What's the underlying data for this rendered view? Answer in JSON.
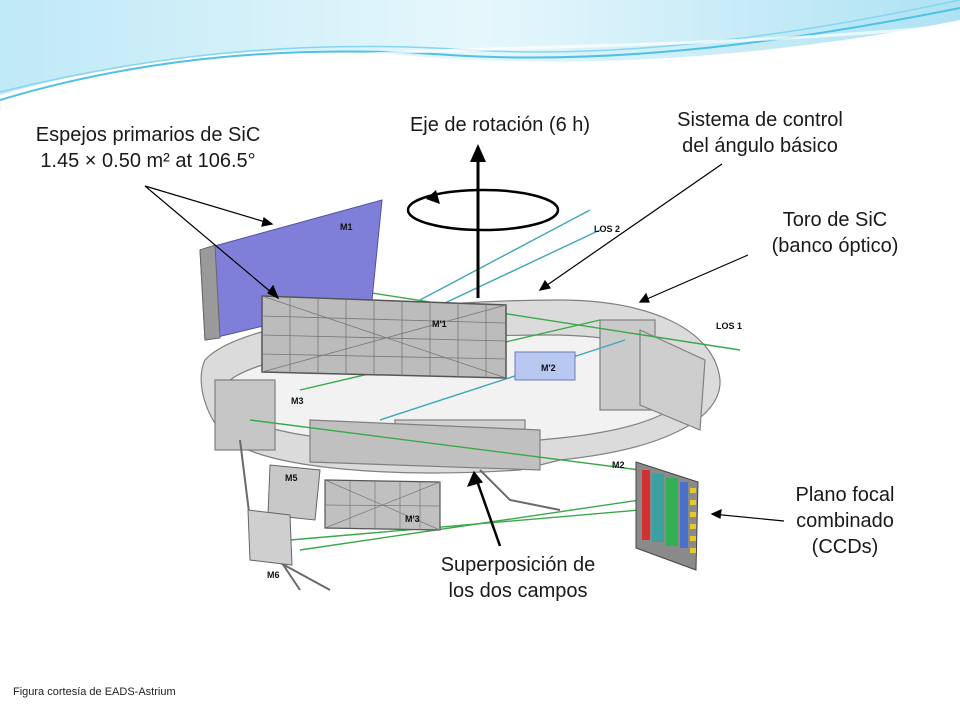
{
  "labels": {
    "primary_mirrors": {
      "line1": "Espejos primarios de SiC",
      "line2": "1.45 × 0.50 m² at 106.5°"
    },
    "rotation_axis": "Eje de rotación (6 h)",
    "control_system": {
      "line1": "Sistema de control",
      "line2": "del ángulo básico"
    },
    "torus": {
      "line1": "Toro de SiC",
      "line2": "(banco óptico)"
    },
    "focal_plane": {
      "line1": "Plano focal",
      "line2": "combinado",
      "line3": "(CCDs)"
    },
    "superposition": {
      "line1": "Superposición de",
      "line2": "los dos campos"
    }
  },
  "mirror_tags": {
    "m1": "M1",
    "m1p": "M'1",
    "m2p": "M'2",
    "m3": "M3",
    "m2": "M2",
    "m5": "M5",
    "m3p": "M'3",
    "m6": "M6",
    "los1": "LOS 1",
    "los2": "LOS 2"
  },
  "credit": "Figura cortesía de EADS-Astrium",
  "colors": {
    "mirror_blue": "#7f7fd9",
    "beam_green": "#3aa84a",
    "beam_cyan": "#3fa6b8",
    "structure_gray": "#9a9a9a",
    "header_wave": "#5cc8e8"
  }
}
